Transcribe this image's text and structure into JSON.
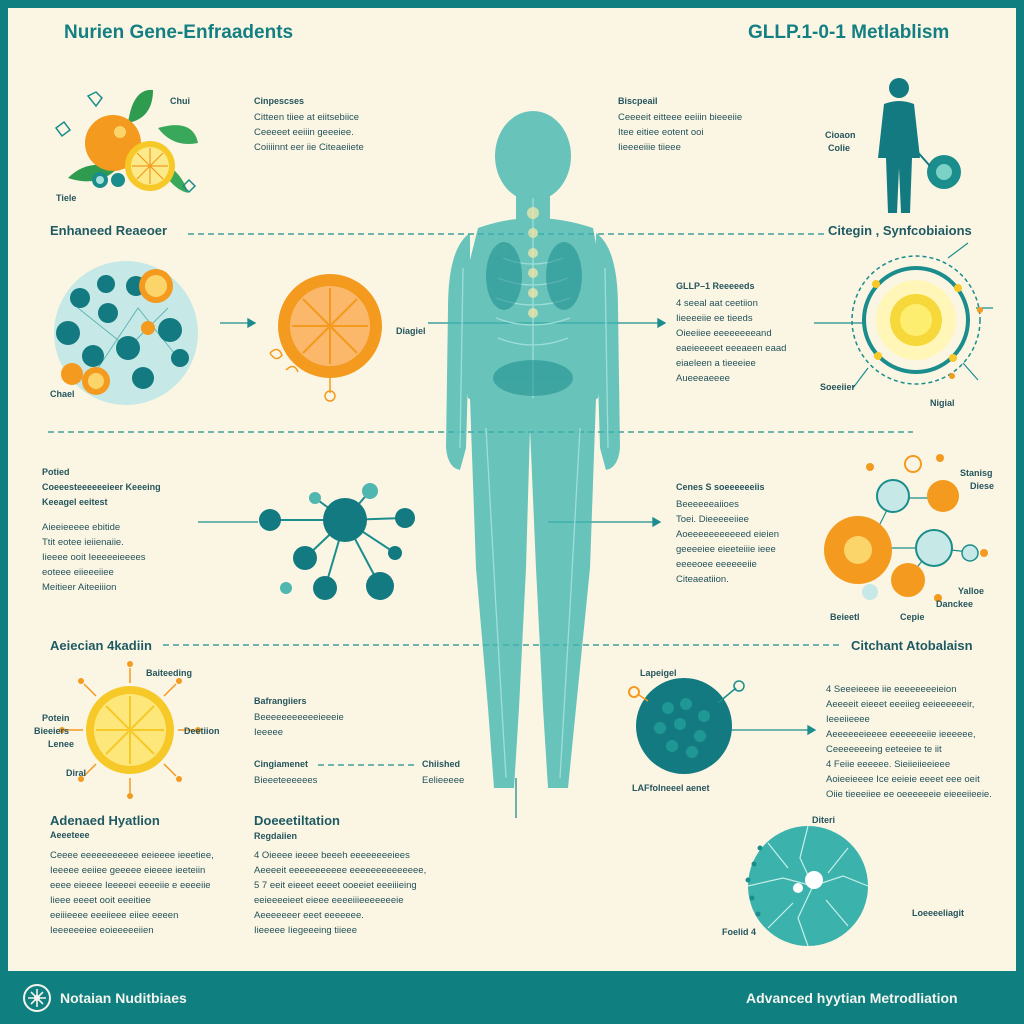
{
  "header": {
    "left_title": "Nurien Gene-Enfraadents",
    "right_title": "GLLP.1-0-1 Metlablism"
  },
  "sections": {
    "enhanced_receptor": "Enhaneed Reaeoer",
    "citegin": "Citegin , Synfcobiaions",
    "aerican": "Aeiecian 4kadiin",
    "citchant": "Citchant Atobalaisn",
    "advanced_hydration": "Adenaed Hyatlion"
  },
  "text_blocks": {
    "cinpescses": {
      "title": "Cinpescses",
      "lines": [
        "Citteen tiiee at eiitsebiice",
        "Ceeeeet eeiiin geeeiee.",
        "Coiiiinnt eer iie Citeaeiiete"
      ]
    },
    "biscpeail": {
      "title": "Biscpeail",
      "lines": [
        "Ceeeeit eitteee eeiiin bieeeiie",
        "Itee eitiee eotent ooi",
        "Iieeeeiiie tiieee"
      ]
    },
    "glp1": {
      "title": "GLLP–1 Reeeeeds",
      "lines": [
        "4 seeal aat ceetiion",
        "Iieeeeiie ee tieeds",
        "Oieeiiee eeeeeeeeand",
        "eaeieeeeet eeeaeen eaad",
        "eiaeleen a tieeeiee",
        "Aueeeaeeee"
      ]
    },
    "potied": {
      "title": "Potied",
      "lines": [
        "Coeeesteeeeeeieer Keeeing",
        "Keeagel eeitest"
      ]
    },
    "potied_body": {
      "lines": [
        "Aieeieeeee ebitide",
        "Ttit eotee ieiienaiie.",
        "Iieeee ooit Ieeeeeieeees",
        "eoteee eiieeeiiee",
        "Meitieer Aiteeiiion"
      ]
    },
    "cenes": {
      "title": "Cenes S soeeeeeeiis",
      "lines": [
        "Beeeeeeaiioes",
        "Toei. Dieeeeeiiee",
        "Aoeeeeeeeeeeed eieien",
        "geeeeiee eieeteiiie ieee",
        "eeeeoee eeeeeeiie",
        "Citeaeatiion."
      ]
    },
    "bafrangiiers": {
      "title": "Bafrangiiers",
      "lines": [
        "Beeeeeeeeeeeieeeie",
        "Ieeeee"
      ]
    },
    "cingiamenet": {
      "title": "Cingiamenet",
      "lines": [
        "Bieeeteeeeees"
      ]
    },
    "chiished": {
      "title": "Chiished",
      "lines": [
        "Eelieeeee"
      ]
    },
    "adv_body": {
      "title": "Aeeeteee",
      "lines": [
        "Ceeee eeeeeeeeeee eeieeee ieeetiee,",
        "Ieeeee eeiiee geeeee eieeee ieeteiin",
        "eeee eieeee Ieeeeei eeeeiie e eeeeiie",
        "Iieee eeeet ooit eeeitiee",
        "eeiiieeee eeeiieee eiiee eeeen",
        "Ieeeeeeiee eoieeeeeiien"
      ]
    },
    "doeeetitation": {
      "title": "Doeeetiltation",
      "lines": [
        "Regdaiien",
        "4 Oieeee ieeee beeeh eeeeeeeeiees",
        "Aeeeeit eeeeeeeeeee eeeeeeeeeeeeee,",
        "5 7 eeit eieeet eeeet ooeeiet eeeiiieing",
        "eeieeeeieet eieee eeeeiiieeeeeeeie",
        "Aeeeeeeer eeet eeeeeee.",
        "Iieeeee Iiegeeeing tiieee"
      ]
    },
    "citchant_body": {
      "lines": [
        "4 Seeeieeee iie eeeeeeeeieion",
        "Aeeeeit eieeet eeeiieg eeieeeeeeir,",
        "Ieeeiieeee",
        "Aeeeeeeieeee eeeeeeeiie ieeeeee,",
        "Ceeeeeeeing eeteeiee te iit",
        "4 Feiie eeeeee. Sieiieiieeieee",
        "Aoieeieeee Ice eeieie eeeet eee oeit",
        "Oiie tieeeiiee ee oeeeeeeie eieeeiieeie."
      ]
    }
  },
  "labels": {
    "tiele": "Tiele",
    "chui": "Chui",
    "cioaon": "Cioaon",
    "colie": "Colie",
    "chael": "Chael",
    "diagiel": "Diagiel",
    "soeeiier": "Soeeiier",
    "nigial": "Nigial",
    "stanisg": "Stanisg",
    "diese": "Diese",
    "yalloe": "Yalloe",
    "danckee": "Danckee",
    "beieetl": "Beieetl",
    "cepie": "Cepie",
    "baiteeding": "Baiteeding",
    "potein": "Potein",
    "bieeiers": "Bieeiers",
    "lenee": "Lenee",
    "diral": "Diral",
    "dealiian": "Deetiion",
    "lapeigel": "Lapeigel",
    "laffolneeel": "LAFfolneeel aenet",
    "diteri": "Diteri",
    "foelid": "Foelid 4",
    "loeeeeliagit": "Loeeeeliagit"
  },
  "footer": {
    "left": "Notaian Nuditbiaes",
    "right": "Advanced hyytian Metrodliation"
  },
  "colors": {
    "teal": "#0f7f80",
    "orange": "#f39a1f",
    "yellow": "#f6c928",
    "background": "#fbf6e4"
  }
}
